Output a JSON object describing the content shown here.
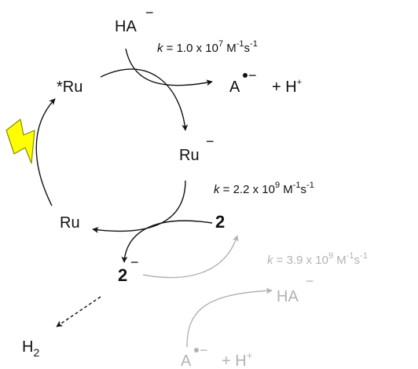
{
  "species": {
    "ha": "HA",
    "ha_charge": "−",
    "a_radical": "A",
    "a_radical_charge": "−",
    "h_plus": "+ H",
    "h_plus_sup": "+",
    "ru_excited": "*Ru",
    "ru_reduced": "Ru",
    "ru_reduced_charge": "−",
    "ru_ground": "Ru",
    "catalyst": "2",
    "catalyst_reduced": "2",
    "catalyst_reduced_charge": "−",
    "h2": "H",
    "h2_sub": "2",
    "ha_gray": "HA",
    "ha_gray_charge": "−",
    "a_radical_gray": "A",
    "a_radical_gray_charge": "−",
    "h_plus_gray": "+ H",
    "h_plus_gray_sup": "+"
  },
  "rates": {
    "k1": {
      "k": "k",
      "eq": " = 1.0 x 10",
      "exp": "7",
      "unit1": " M",
      "unit1_exp": "-1",
      "unit2": "s",
      "unit2_exp": "-1"
    },
    "k2": {
      "k": "k",
      "eq": " = 2.2 x 10",
      "exp": "9",
      "unit1": " M",
      "unit1_exp": "-1",
      "unit2": "s",
      "unit2_exp": "-1"
    },
    "k3": {
      "k": "k",
      "eq": " = 3.9 x 10",
      "exp": "9",
      "unit1": " M",
      "unit1_exp": "-1",
      "unit2": "s",
      "unit2_exp": "-1"
    }
  },
  "colors": {
    "ink": "#111111",
    "faded": "#b3b3b3",
    "lightning_fill": "#ffff00",
    "lightning_stroke": "#8a8a00"
  },
  "icons": {
    "light": "lightning-bolt-icon"
  }
}
